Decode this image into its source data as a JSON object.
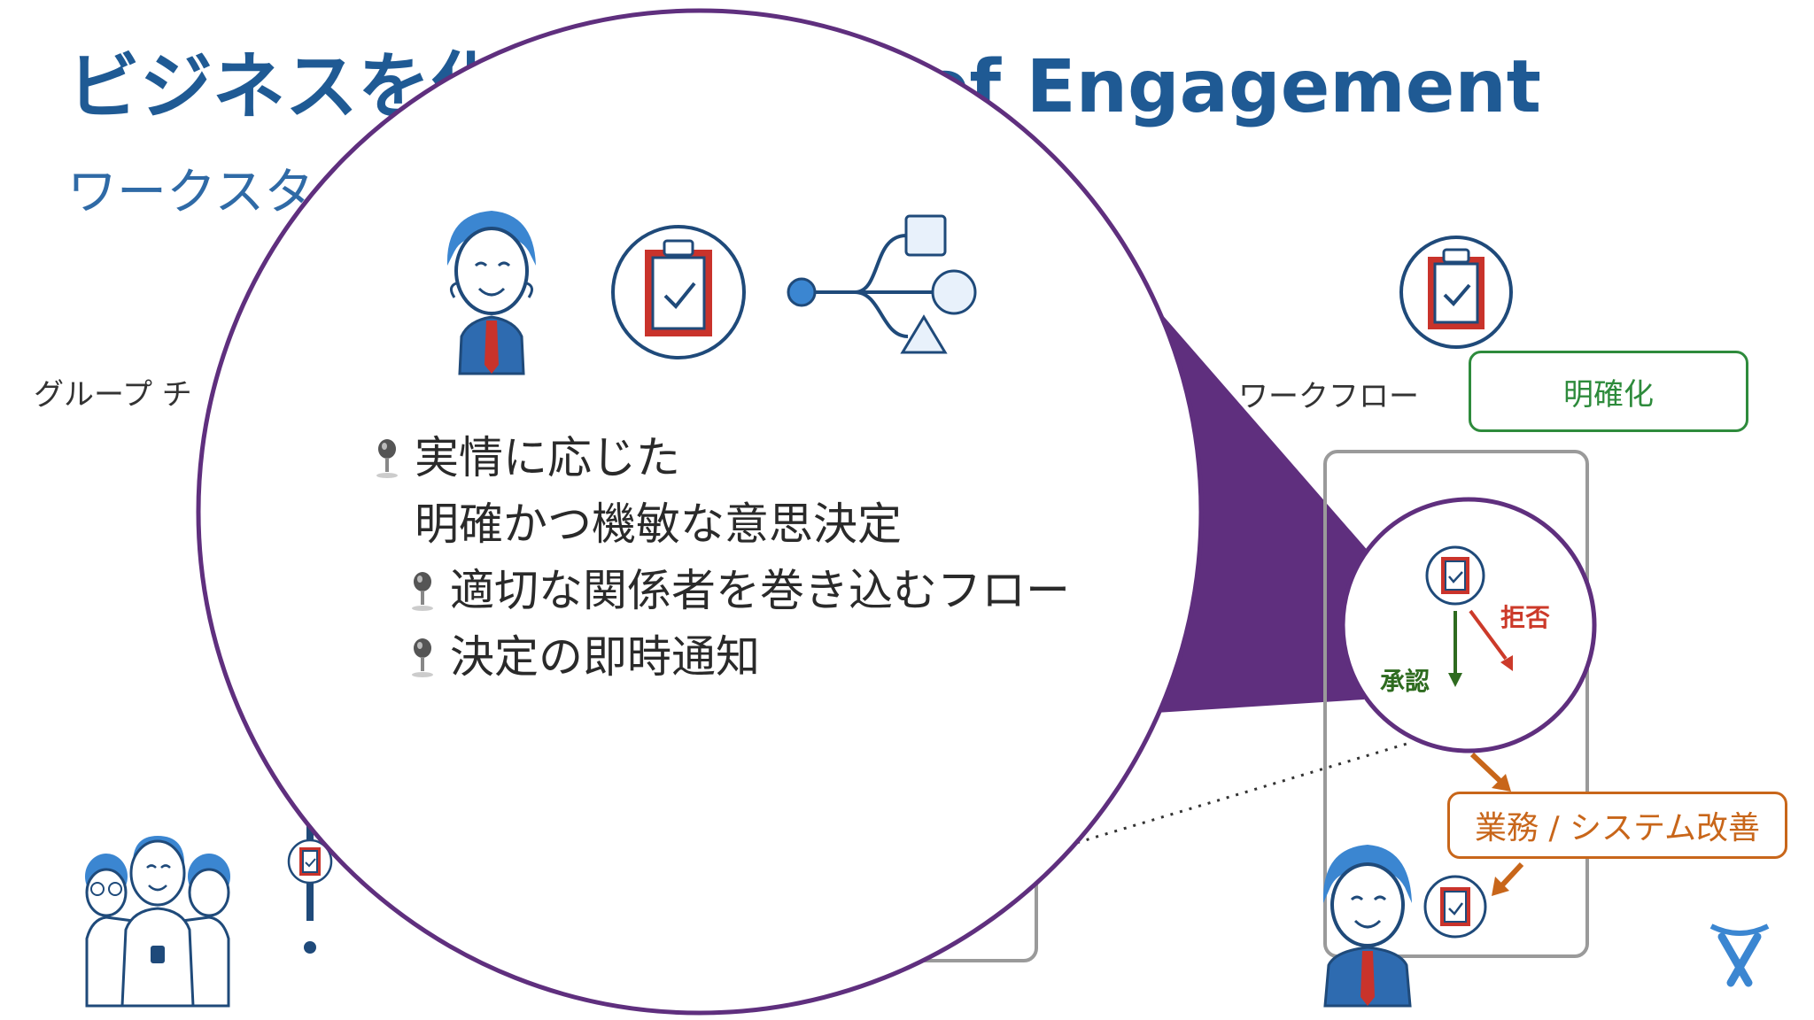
{
  "slide": {
    "title_left": "ビジネスを化",
    "title_right": "of Engagement",
    "subtitle": "ワークスタ"
  },
  "left_labels": {
    "group": "グループ チ"
  },
  "right_panel": {
    "workflow_label": "ワークフロー",
    "clarify_label": "明確化",
    "reject_label": "拒否",
    "approve_label": "承認",
    "improve_label": "業務 / システム改善"
  },
  "magnifier": {
    "bullets": [
      {
        "text": "実情に応じた",
        "indent": false,
        "pin": true
      },
      {
        "text": "明確かつ機敏な意思決定",
        "indent": false,
        "pin": false
      },
      {
        "text": "適切な関係者を巻き込むフロー",
        "indent": true,
        "pin": true
      },
      {
        "text": "決定の即時通知",
        "indent": true,
        "pin": true
      }
    ]
  },
  "colors": {
    "title_blue": "#1f5a94",
    "purple": "#5f2f7e",
    "green": "#2e8b3c",
    "red": "#cc3a2a",
    "orange": "#c8661a",
    "icon_blue": "#3b86d1"
  },
  "icons": [
    "person-icon",
    "clipboard-check-icon",
    "workflow-branch-icon",
    "pushpin-icon",
    "team-icon",
    "atlassian-logo"
  ]
}
